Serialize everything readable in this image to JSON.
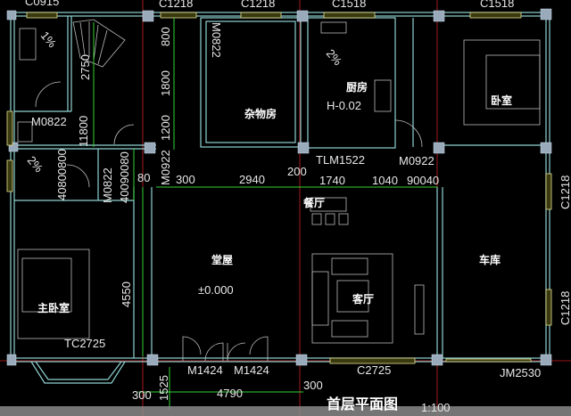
{
  "plan": {
    "title": "首层平面图",
    "scale": "1:100",
    "rooms": {
      "storage": "杂物房",
      "kitchen": "厨房",
      "kitchen_level": "H-0.02",
      "bedroom": "卧室",
      "dining": "餐厅",
      "hall": "堂屋",
      "hall_level": "±0.000",
      "living": "客厅",
      "garage": "车库",
      "master_bedroom": "主卧室"
    },
    "windows": [
      "C0915",
      "C1218",
      "C1218",
      "C1518",
      "C1518",
      "C1218",
      "C1218",
      "TC2725",
      "C2725"
    ],
    "doors": [
      "M0822",
      "M0822",
      "M0822",
      "M0922",
      "M0922",
      "TLM1522",
      "M1424",
      "M1424",
      "JM2530"
    ],
    "dimensions": [
      "2750",
      "800",
      "1800",
      "1200",
      "11800",
      "40800800",
      "40090080",
      "80",
      "300",
      "2940",
      "200",
      "1740",
      "1040",
      "90040",
      "4550",
      "300",
      "1525",
      "4790",
      "300"
    ],
    "slopes": [
      "1%",
      "2%",
      "2%"
    ]
  },
  "colors": {
    "wall": "#8fd3d3",
    "dimension": "#35d235",
    "axis": "#cc2222",
    "window": "#e8e090"
  }
}
